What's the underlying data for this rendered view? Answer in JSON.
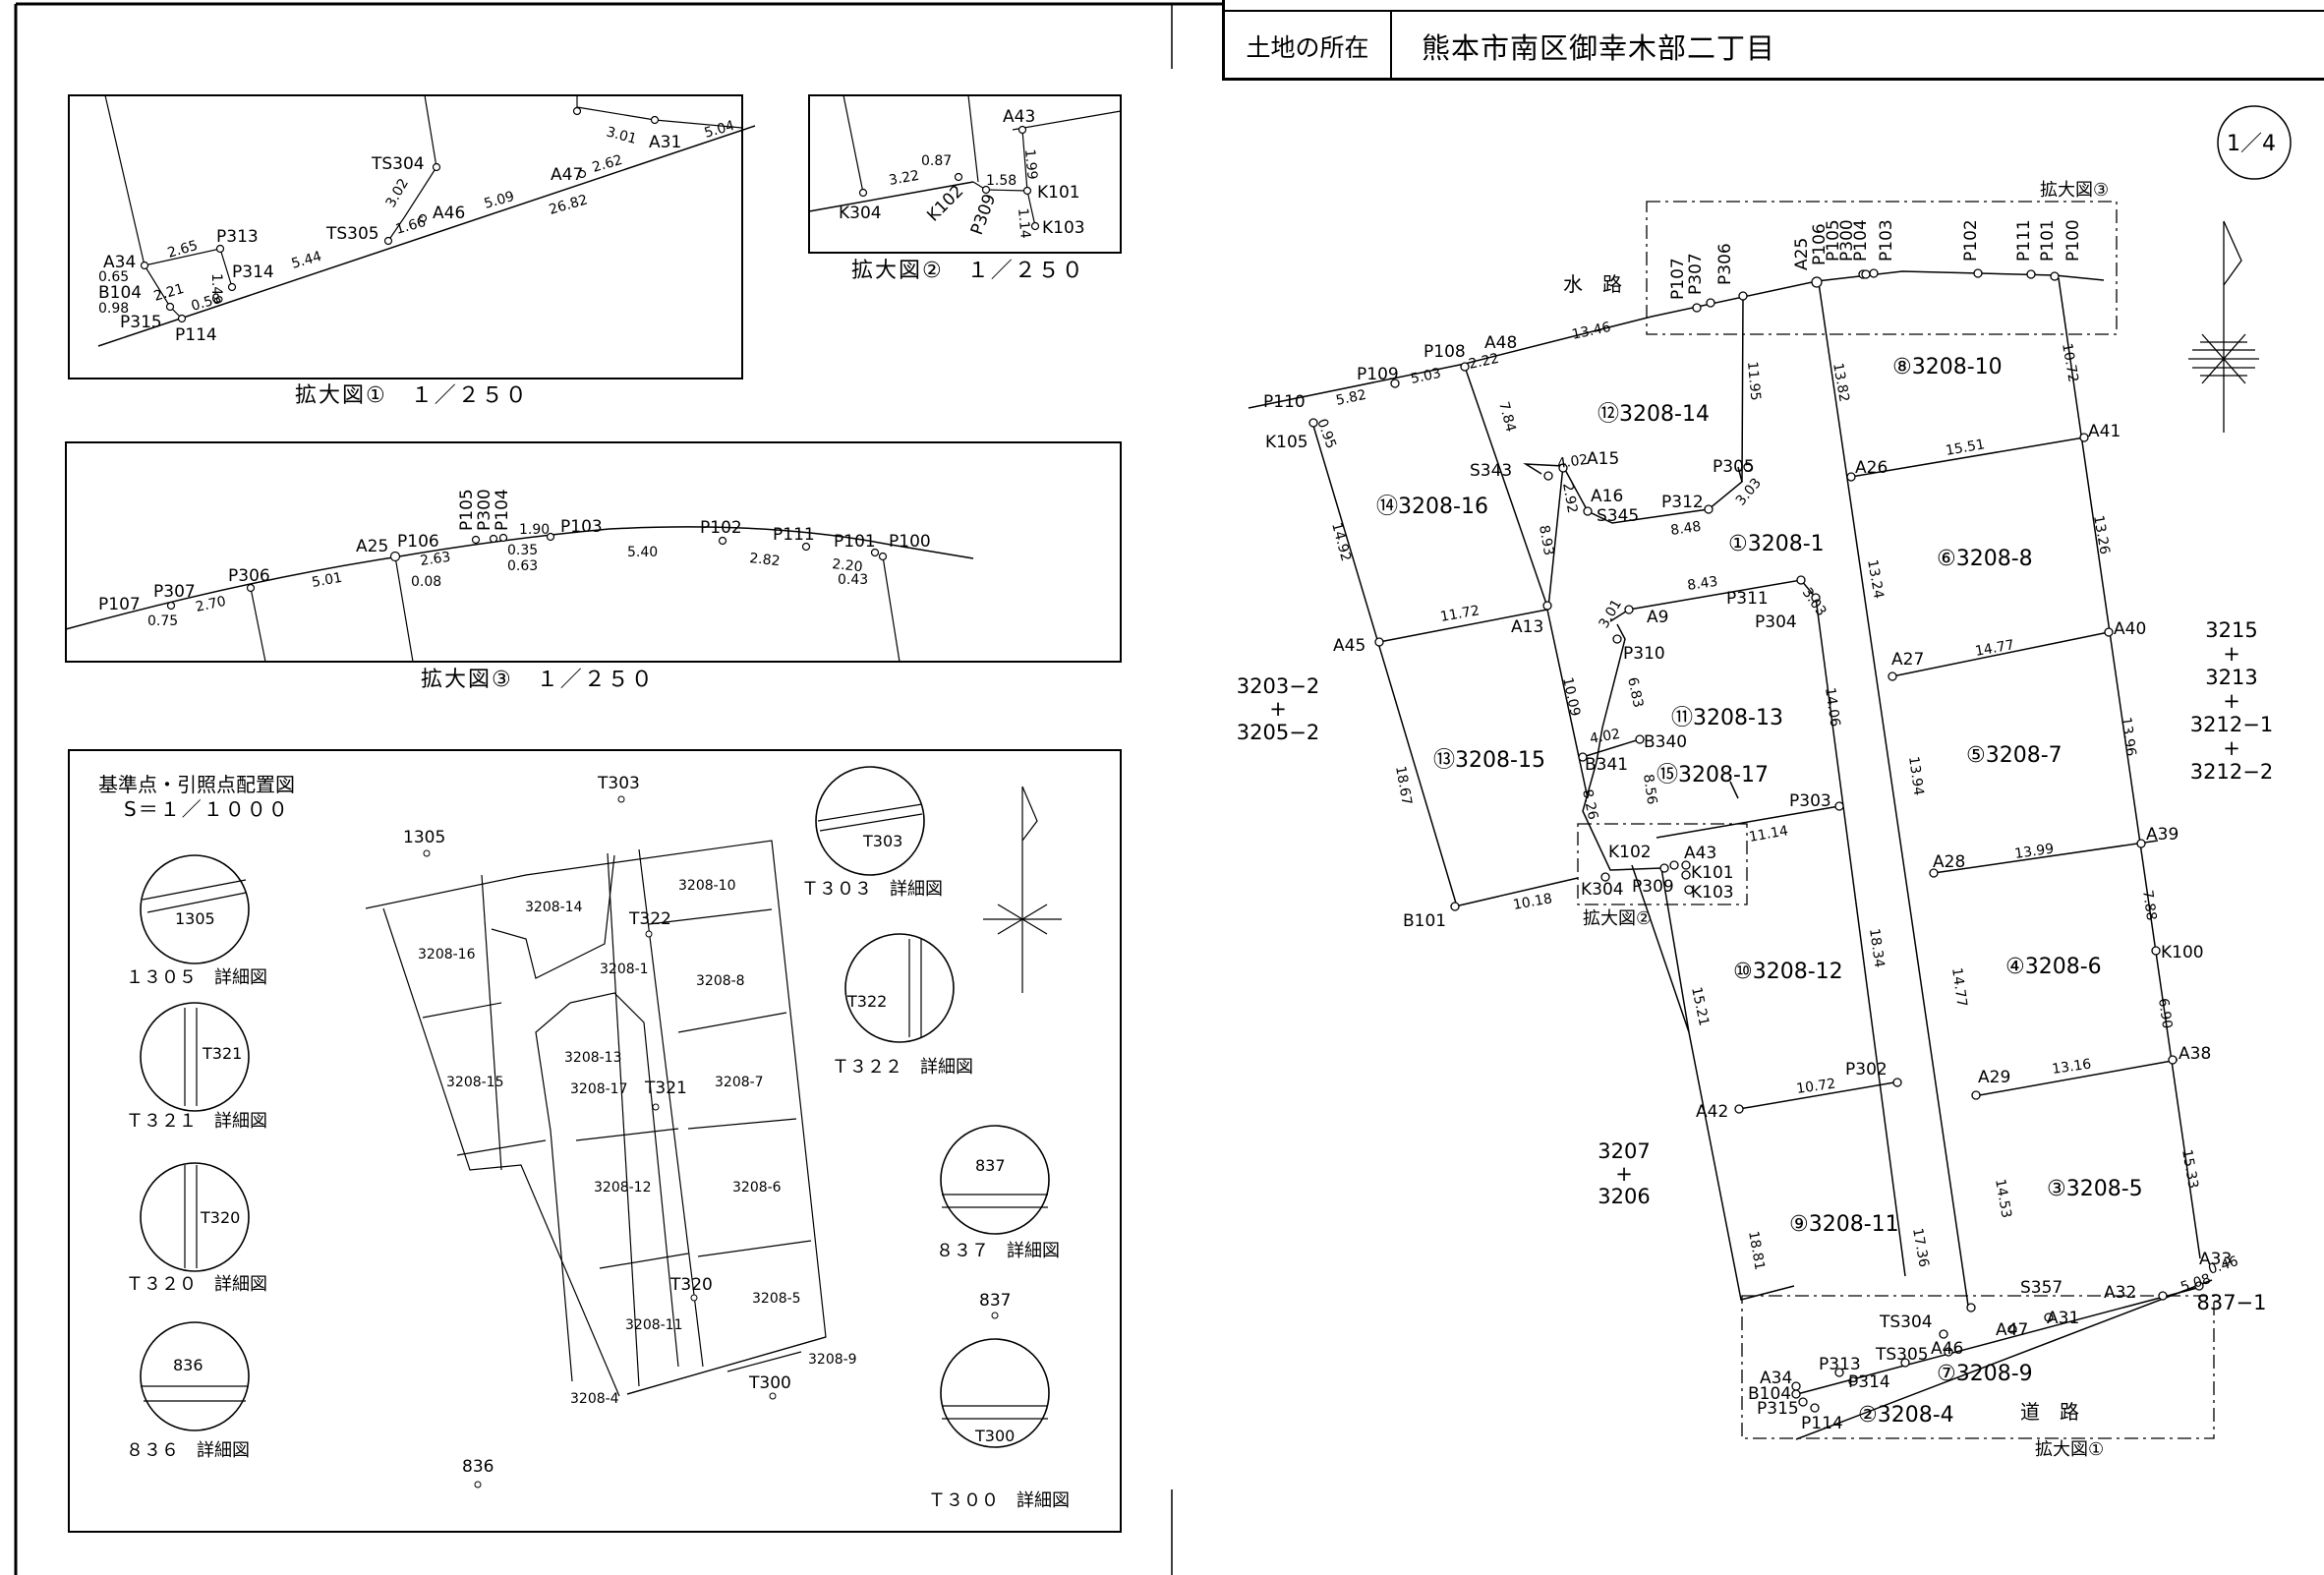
{
  "header": {
    "location_label": "土地の所在",
    "location_value": "熊本市南区御幸木部二丁目"
  },
  "page_marker": "1／4",
  "insets": {
    "inset1": {
      "caption": "拡大図①　１／２５０"
    },
    "inset2": {
      "caption": "拡大図②　１／２５０"
    },
    "inset3": {
      "caption": "拡大図③　１／２５０"
    }
  },
  "inset_labels": {
    "i1_points": [
      "TS304",
      "A31",
      "A47",
      "A46",
      "TS305",
      "P313",
      "A34",
      "P314",
      "B104",
      "P315",
      "P114"
    ],
    "i1_dims": [
      "3.01",
      "5.04",
      "2.62",
      "5.09",
      "3.02",
      "1.66",
      "26.82",
      "2.65",
      "5.44",
      "1.49",
      "0.65",
      "2.21",
      "0.98",
      "0.58"
    ],
    "i2_points": [
      "A43",
      "K101",
      "K103",
      "K304",
      "K102",
      "P309"
    ],
    "i2_dims": [
      "0.87",
      "3.22",
      "1.58",
      "1.99",
      "1.14"
    ],
    "i3_points": [
      "P107",
      "P307",
      "P306",
      "A25",
      "P106",
      "P105",
      "P300",
      "P104",
      "P103",
      "P102",
      "P111",
      "P101",
      "P100"
    ],
    "i3_dims": [
      "0.75",
      "2.70",
      "5.01",
      "2.63",
      "0.08",
      "1.90",
      "0.35",
      "0.63",
      "5.40",
      "2.82",
      "2.20",
      "0.43"
    ]
  },
  "benchmark": {
    "title": "基準点・引照点配置図",
    "scale": "S＝１／１０００",
    "detail_captions": [
      "１３０５　詳細図",
      "Ｔ３２１　詳細図",
      "Ｔ３２０　詳細図",
      "８３６　詳細図",
      "Ｔ３０３　詳細図",
      "Ｔ３２２　詳細図",
      "８３７　詳細図",
      "Ｔ３００　詳細図"
    ],
    "detail_marks": [
      "1305",
      "T321",
      "T320",
      "836",
      "T303",
      "T322",
      "837",
      "T300"
    ],
    "points": [
      "T303",
      "1305",
      "T322",
      "T321",
      "T320",
      "T300",
      "837",
      "836"
    ],
    "lots": [
      "3208-14",
      "3208-10",
      "3208-16",
      "3208-1",
      "3208-8",
      "3208-13",
      "3208-15",
      "3208-17",
      "3208-7",
      "3208-12",
      "3208-6",
      "3208-11",
      "3208-5",
      "3208-9",
      "3208-4"
    ]
  },
  "main_map": {
    "lots": [
      {
        "no": "⑧",
        "label": "3208-10"
      },
      {
        "no": "⑫",
        "label": "3208-14"
      },
      {
        "no": "⑭",
        "label": "3208-16"
      },
      {
        "no": "①",
        "label": "3208-1"
      },
      {
        "no": "⑥",
        "label": "3208-8"
      },
      {
        "no": "⑪",
        "label": "3208-13"
      },
      {
        "no": "⑬",
        "label": "3208-15"
      },
      {
        "no": "⑮",
        "label": "3208-17"
      },
      {
        "no": "⑤",
        "label": "3208-7"
      },
      {
        "no": "⑩",
        "label": "3208-12"
      },
      {
        "no": "④",
        "label": "3208-6"
      },
      {
        "no": "⑨",
        "label": "3208-11"
      },
      {
        "no": "③",
        "label": "3208-5"
      },
      {
        "no": "⑦",
        "label": "3208-9"
      },
      {
        "no": "②",
        "label": "3208-4"
      }
    ],
    "neighbors": [
      {
        "lines": [
          "3215",
          "+",
          "3213",
          "+",
          "3212−1",
          "+",
          "3212−2"
        ]
      },
      {
        "lines": [
          "3203−2",
          "+",
          "3205−2"
        ]
      },
      {
        "lines": [
          "3207",
          "+",
          "3206"
        ]
      },
      {
        "lines": [
          "837−1"
        ]
      }
    ],
    "features": [
      "水　路",
      "道　路"
    ],
    "inset_refs": [
      "拡大図①",
      "拡大図②",
      "拡大図③"
    ],
    "points": [
      "P110",
      "K105",
      "P109",
      "P108",
      "A48",
      "P107",
      "P307",
      "P306",
      "A25",
      "P106",
      "P105",
      "P300",
      "P104",
      "P103",
      "P102",
      "P111",
      "P101",
      "P100",
      "A41",
      "A26",
      "S343",
      "A15",
      "A16",
      "S345",
      "P305",
      "P312",
      "A45",
      "A13",
      "A9",
      "P311",
      "P304",
      "P310",
      "A27",
      "A40",
      "B340",
      "B341",
      "P303",
      "A28",
      "A39",
      "K102",
      "A43",
      "K101",
      "K304",
      "P309",
      "K103",
      "B101",
      "K100",
      "P302",
      "A29",
      "A38",
      "A42",
      "S357",
      "A33",
      "A32",
      "A31",
      "A47",
      "TS304",
      "TS305",
      "A46",
      "A34",
      "B104",
      "P313",
      "P314",
      "P315",
      "P114"
    ],
    "dims": [
      "5.82",
      "5.03",
      "2.22",
      "13.46",
      "0.95",
      "7.84",
      "11.95",
      "13.82",
      "10.72",
      "15.51",
      "4.02",
      "2.92",
      "8.48",
      "3.03",
      "14.92",
      "8.93",
      "13.26",
      "13.24",
      "8.43",
      "3.01",
      "3.03",
      "11.72",
      "14.77",
      "6.83",
      "10.09",
      "14.06",
      "13.96",
      "4.02",
      "8.26",
      "8.56",
      "13.94",
      "13.99",
      "11.14",
      "10.18",
      "18.67",
      "7.88",
      "18.34",
      "14.77",
      "6.90",
      "15.21",
      "13.16",
      "10.72",
      "17.36",
      "14.53",
      "15.33",
      "18.81",
      "5.08",
      "0.46"
    ]
  }
}
